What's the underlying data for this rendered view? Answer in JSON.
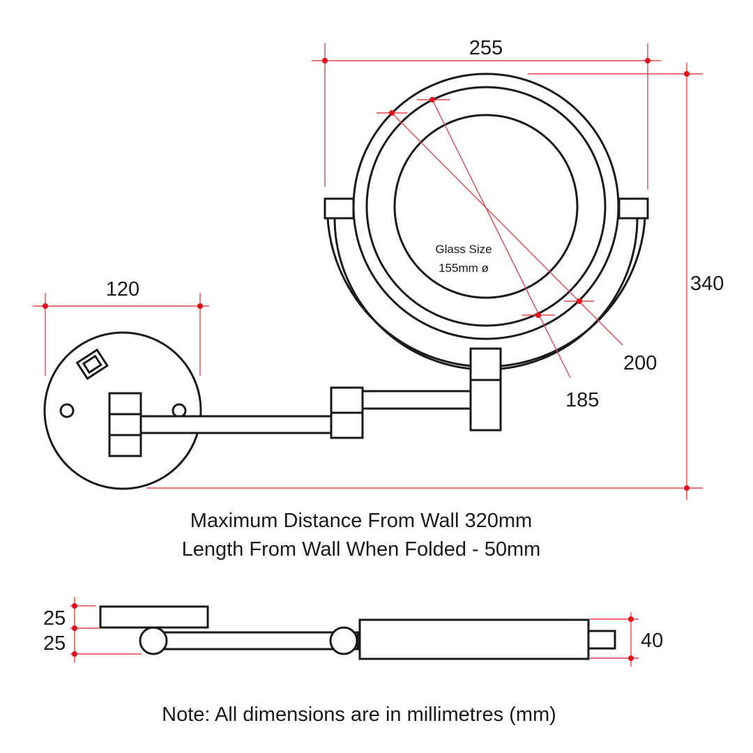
{
  "dimensions": {
    "width_mirror": "255",
    "height_total": "340",
    "diameter_outer": "200",
    "diameter_inner": "185",
    "plate_width": "120",
    "side_top": "25",
    "side_bottom": "25",
    "side_right": "40"
  },
  "glass": {
    "line1": "Glass Size",
    "line2": "155mm ø"
  },
  "captions": {
    "max_distance": "Maximum Distance From Wall 320mm",
    "folded_length": "Length From Wall When Folded - 50mm",
    "note": "Note: All dimensions are in millimetres (mm)"
  },
  "colors": {
    "line": "#1a1a1a",
    "dimension_line": "#e0474c",
    "dimension_dot": "#e0101a",
    "background": "#ffffff"
  }
}
